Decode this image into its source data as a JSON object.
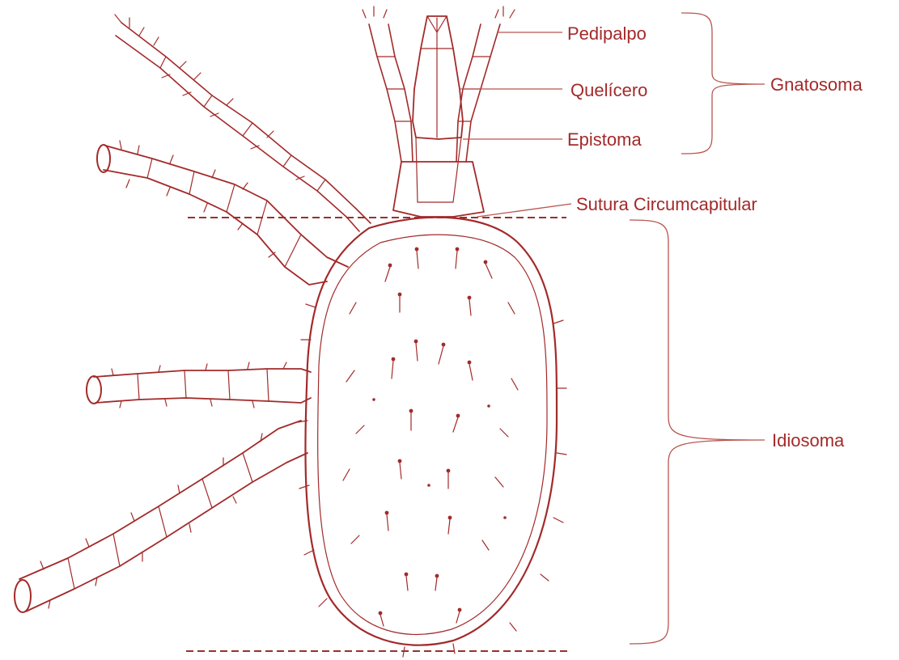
{
  "labels": {
    "pedipalpo": "Pedipalpo",
    "quelicero": "Quelícero",
    "epistoma": "Epistoma",
    "gnatosoma": "Gnatosoma",
    "sutura": "Sutura Circumcapitular",
    "idiosoma": "Idiosoma"
  },
  "colors": {
    "ink": "#a32a2a",
    "background": "#ffffff"
  }
}
